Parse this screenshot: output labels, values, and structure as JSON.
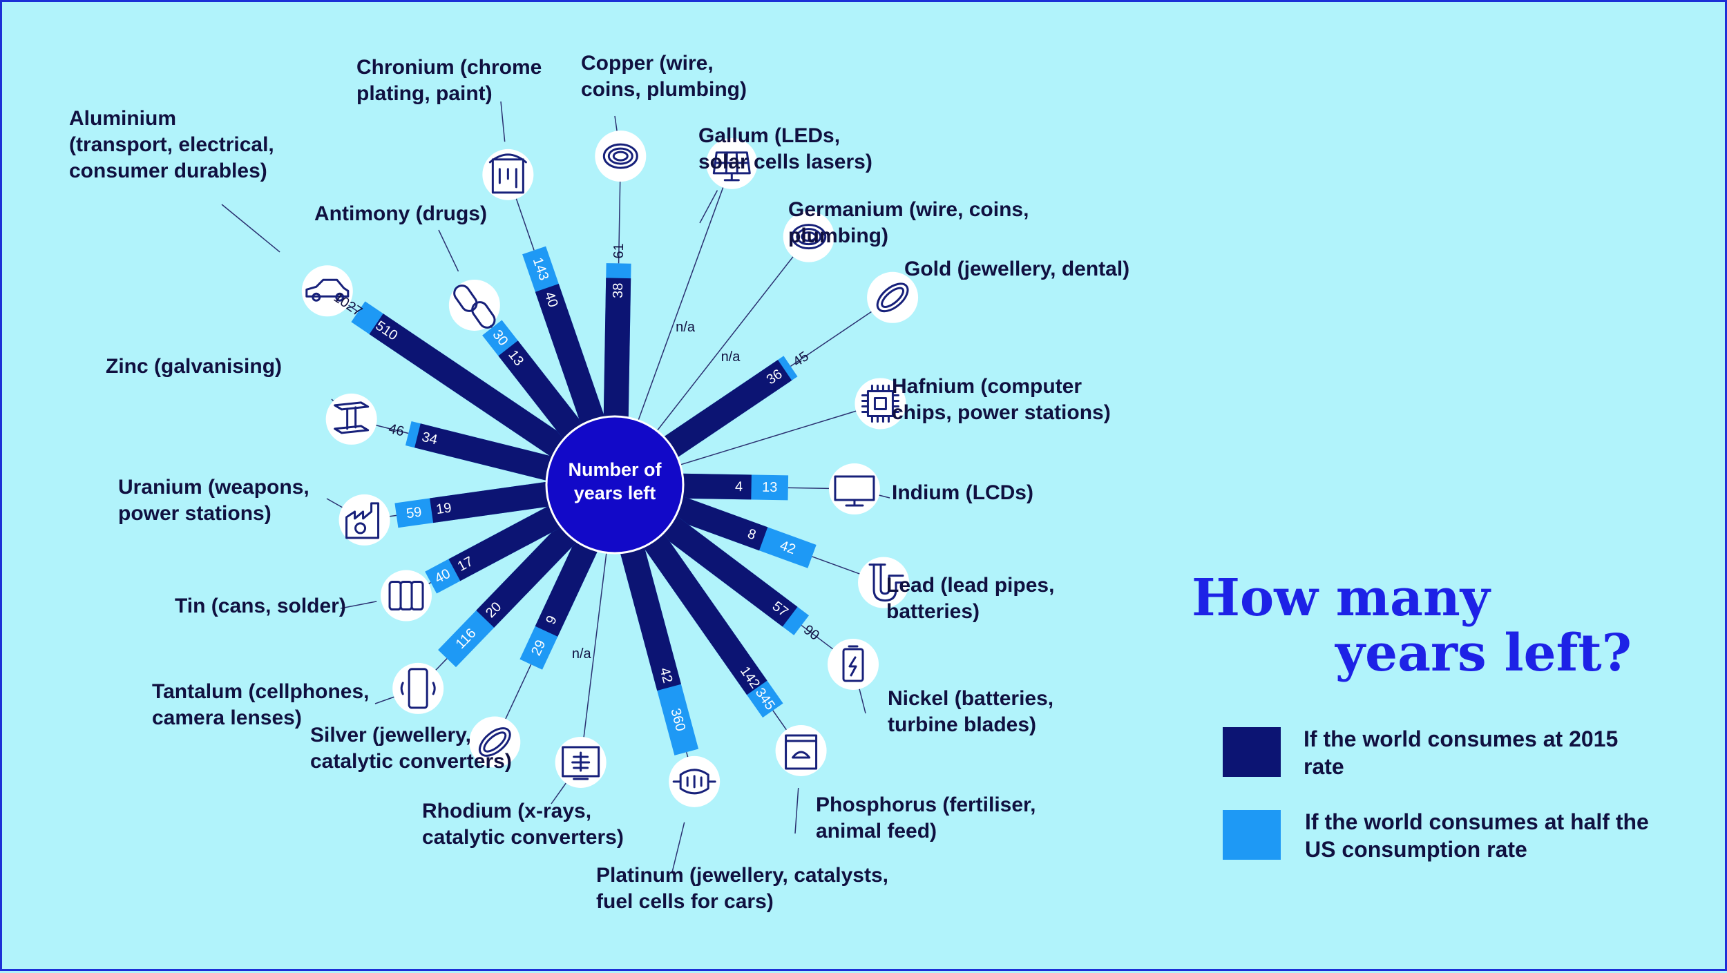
{
  "chart_data": {
    "type": "radial-bar",
    "center_label": "Number of years left",
    "title": "How many years left?",
    "title_line1": "How many",
    "title_line2": "years left?",
    "legend": [
      {
        "label": "If the world consumes at 2015 rate",
        "color": "#0c1473"
      },
      {
        "label": "If the world consumes at half the US consumption rate",
        "color": "#1e99f5"
      }
    ],
    "colors": {
      "dark": "#0c1473",
      "light": "#1e99f5",
      "background": "#b1f3fb",
      "center": "#1209c8",
      "title": "#1d22e6"
    },
    "series": [
      {
        "name": "If the world consumes at 2015 rate",
        "values": [
          38,
          null,
          null,
          36,
          null,
          4,
          8,
          57,
          142,
          42,
          null,
          9,
          20,
          17,
          19,
          34,
          510,
          13,
          40
        ]
      },
      {
        "name": "If the world consumes at half the US consumption rate",
        "values": [
          61,
          null,
          null,
          45,
          null,
          13,
          42,
          90,
          345,
          360,
          null,
          29,
          116,
          40,
          59,
          46,
          1027,
          30,
          143
        ]
      }
    ],
    "elements": [
      {
        "label": "Copper (wire,\ncoins,  plumbing)",
        "icon": "coil-icon",
        "rate_2015": 38,
        "rate_half_us": 61,
        "na_label": ""
      },
      {
        "label": "Gallum (LEDs,\nsolar cells lasers)",
        "icon": "solar-panel-icon",
        "rate_2015": null,
        "rate_half_us": null,
        "na_label": "n/a"
      },
      {
        "label": "Germanium (wire, coins,\nplumbing)",
        "icon": "coil-icon",
        "rate_2015": null,
        "rate_half_us": null,
        "na_label": "n/a"
      },
      {
        "label": "Gold (jewellery, dental)",
        "icon": "ring-icon",
        "rate_2015": 36,
        "rate_half_us": 45,
        "na_label": ""
      },
      {
        "label": "Hafnium (computer\nchips, power stations)",
        "icon": "chip-icon",
        "rate_2015": null,
        "rate_half_us": null,
        "na_label": ""
      },
      {
        "label": "Indium (LCDs)",
        "icon": "monitor-icon",
        "rate_2015": 4,
        "rate_half_us": 13,
        "na_label": ""
      },
      {
        "label": "Lead (lead pipes,\nbatteries)",
        "icon": "pipe-icon",
        "rate_2015": 8,
        "rate_half_us": 42,
        "na_label": ""
      },
      {
        "label": "Nickel (batteries,\nturbine blades)",
        "icon": "battery-icon",
        "rate_2015": 57,
        "rate_half_us": 90,
        "na_label": ""
      },
      {
        "label": "Phosphorus (fertiliser,\nanimal feed)",
        "icon": "fertiliser-bag-icon",
        "rate_2015": 142,
        "rate_half_us": 345,
        "na_label": ""
      },
      {
        "label": "Platinum (jewellery, catalysts,\nfuel cells for cars)",
        "icon": "catalyst-icon",
        "rate_2015": 42,
        "rate_half_us": 360,
        "na_label": ""
      },
      {
        "label": "Rhodium (x-rays,\ncatalytic converters)",
        "icon": "xray-icon",
        "rate_2015": null,
        "rate_half_us": null,
        "na_label": "n/a"
      },
      {
        "label": "Silver (jewellery,\ncatalytic converters)",
        "icon": "ring-icon",
        "rate_2015": 9,
        "rate_half_us": 29,
        "na_label": ""
      },
      {
        "label": "Tantalum (cellphones,\ncamera lenses)",
        "icon": "phone-icon",
        "rate_2015": 20,
        "rate_half_us": 116,
        "na_label": ""
      },
      {
        "label": "Tin (cans, solder)",
        "icon": "cans-icon",
        "rate_2015": 17,
        "rate_half_us": 40,
        "na_label": ""
      },
      {
        "label": "Uranium (weapons,\npower stations)",
        "icon": "power-plant-icon",
        "rate_2015": 19,
        "rate_half_us": 59,
        "na_label": ""
      },
      {
        "label": "Zinc (galvanising)",
        "icon": "steel-beam-icon",
        "rate_2015": 34,
        "rate_half_us": 46,
        "na_label": ""
      },
      {
        "label": "Aluminium\n(transport, electrical,\nconsumer durables)",
        "icon": "car-icon",
        "rate_2015": 510,
        "rate_half_us": 1027,
        "na_label": ""
      },
      {
        "label": "Antimony (drugs)",
        "icon": "pills-icon",
        "rate_2015": 13,
        "rate_half_us": 30,
        "na_label": ""
      },
      {
        "label": "Chronium (chrome\nplating, paint)",
        "icon": "paint-can-icon",
        "rate_2015": 40,
        "rate_half_us": 143,
        "na_label": ""
      }
    ]
  }
}
